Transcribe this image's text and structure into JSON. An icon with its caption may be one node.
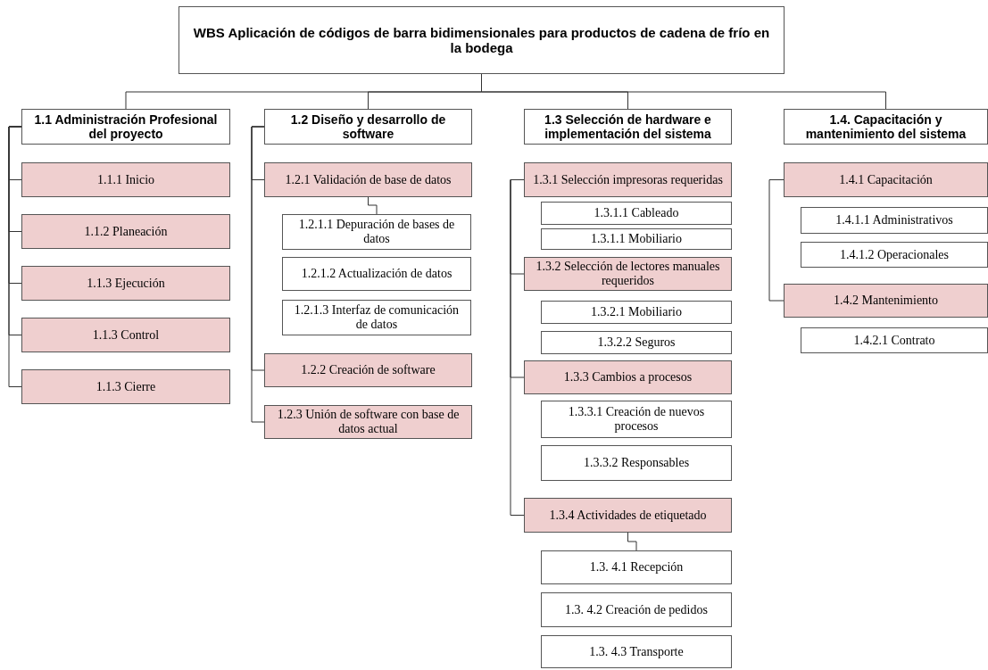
{
  "diagram": {
    "nodes": [
      {
        "text": [
          "WBS Aplicación de códigos de barra bidimensionales para productos de cadena de frío en la bodega"
        ]
      },
      {
        "text": [
          "1.1 Administración Profesional del proyecto"
        ]
      },
      {
        "text": [
          "1.1.1 Inicio"
        ]
      },
      {
        "text": [
          "1.1.2 Planeación"
        ]
      },
      {
        "text": [
          "1.1.3 Ejecución"
        ]
      },
      {
        "text": [
          "1.1.3 Control"
        ]
      },
      {
        "text": [
          "1.1.3 Cierre"
        ]
      },
      {
        "text": [
          "1.2 Diseño y desarrollo de software"
        ]
      },
      {
        "text": [
          "1.2.1 Validación de base de datos"
        ]
      },
      {
        "text": [
          "1.2.1.1 Depuración de bases de datos"
        ]
      },
      {
        "text": [
          "1.2.1.2 Actualización de datos"
        ]
      },
      {
        "text": [
          "1.2.1.3 Interfaz de comunicación de datos"
        ]
      },
      {
        "text": [
          "1.2.2 Creación de software"
        ]
      },
      {
        "text": [
          "1.2.3 Unión de software con base de datos actual"
        ]
      },
      {
        "text": [
          "1.3 Selección de hardware e implementación del sistema"
        ]
      },
      {
        "text": [
          "1.3.1 Selección impresoras requeridas"
        ]
      },
      {
        "text": [
          "1.3.1.1 Cableado"
        ]
      },
      {
        "text": [
          "1.3.1.1 Mobiliario"
        ]
      },
      {
        "text": [
          "1.3.2 Selección de lectores manuales requeridos"
        ]
      },
      {
        "text": [
          "1.3.2.1 Mobiliario"
        ]
      },
      {
        "text": [
          "1.3.2.2 Seguros"
        ]
      },
      {
        "text": [
          "1.3.3 Cambios a procesos"
        ]
      },
      {
        "text": [
          "1.3.3.1 Creación de nuevos procesos"
        ]
      },
      {
        "text": [
          "1.3.3.2 Responsables"
        ]
      },
      {
        "text": [
          "1.3.4 Actividades de etiquetado"
        ]
      },
      {
        "text": [
          "1.3. 4.1 Recepción"
        ]
      },
      {
        "text": [
          "1.3. 4.2 Creación de pedidos"
        ]
      },
      {
        "text": [
          "1.3. 4.3 Transporte"
        ]
      },
      {
        "text": [
          "1.4. Capacitación y mantenimiento del sistema"
        ]
      },
      {
        "text": [
          "1.4.1 Capacitación"
        ]
      },
      {
        "text": [
          "1.4.1.1 Administrativos"
        ]
      },
      {
        "text": [
          "1.4.1.2 Operacionales"
        ]
      },
      {
        "text": [
          "1.4.2 Mantenimiento"
        ]
      },
      {
        "text": [
          "1.4.2.1 Contrato"
        ]
      }
    ],
    "edges": [
      {
        "from": 0,
        "to": 1,
        "arrow": "none"
      },
      {
        "from": 0,
        "to": 7,
        "arrow": "none"
      },
      {
        "from": 0,
        "to": 14,
        "arrow": "none"
      },
      {
        "from": 0,
        "to": 28,
        "arrow": "none"
      },
      {
        "from": 1,
        "to": 2,
        "arrow": "none"
      },
      {
        "from": 1,
        "to": 3,
        "arrow": "none"
      },
      {
        "from": 1,
        "to": 4,
        "arrow": "none"
      },
      {
        "from": 1,
        "to": 5,
        "arrow": "none"
      },
      {
        "from": 1,
        "to": 6,
        "arrow": "none"
      },
      {
        "from": 7,
        "to": 8,
        "arrow": "none"
      },
      {
        "from": 7,
        "to": 12,
        "arrow": "none"
      },
      {
        "from": 7,
        "to": 13,
        "arrow": "none"
      },
      {
        "from": 8,
        "to": 9,
        "arrow": "none"
      },
      {
        "from": 15,
        "to": 18,
        "arrow": "none"
      },
      {
        "from": 15,
        "to": 21,
        "arrow": "none"
      },
      {
        "from": 15,
        "to": 24,
        "arrow": "none"
      },
      {
        "from": 24,
        "to": 25,
        "arrow": "none"
      },
      {
        "from": 29,
        "to": 32,
        "arrow": "none"
      }
    ]
  }
}
